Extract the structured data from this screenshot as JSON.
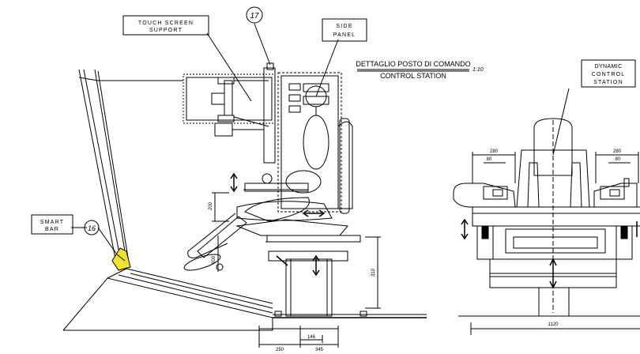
{
  "callouts": {
    "touch_screen_line1": "TOUCH SCREEN",
    "touch_screen_line2": "SUPPORT",
    "side_panel_line1": "SIDE",
    "side_panel_line2": "PANEL",
    "smart_bar_line1": "SMART",
    "smart_bar_line2": "BAR",
    "dynamic_line1": "DYNAMIC",
    "dynamic_line2": "CONTROL",
    "dynamic_line3": "STATION",
    "item_16": "16",
    "item_17": "17"
  },
  "title": {
    "italian": "DETTAGLIO POSTO DI COMANDO",
    "english": "CONTROL STATION",
    "scale": "1:10"
  },
  "dimensions": {
    "side": {
      "d200": "200",
      "d600": "600",
      "d310": "310",
      "d146": "146",
      "d250": "250",
      "d345": "345"
    },
    "front": {
      "left_280": "280",
      "left_80": "80",
      "right_280": "280",
      "right_80": "80",
      "width_1120": "1120"
    }
  },
  "colors": {
    "line": "#000000",
    "smart_bar": "#f2e32a",
    "background": "#ffffff"
  }
}
